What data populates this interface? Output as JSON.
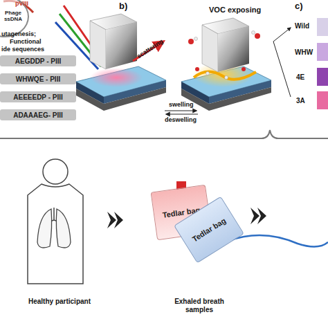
{
  "diagram": {
    "nodes": [
      {
        "text": [
          "Phage ssDNA"
        ]
      },
      {
        "text": [
          "AEGDDP - PIII"
        ]
      },
      {
        "text": [
          "WHWQE - PIII"
        ]
      },
      {
        "text": [
          "AEEEEDP - PIII"
        ]
      },
      {
        "text": [
          "ADAAAEG- PIII"
        ]
      },
      {
        "text": [
          "Tedlar bag"
        ]
      },
      {
        "text": [
          "Tedlar bag"
        ]
      }
    ],
    "labels": [
      "pVIII",
      "b)",
      "c)",
      "utagenesis;",
      "Functional",
      "ide sequences",
      "scattering",
      "swelling",
      "deswelling",
      "VOC exposing",
      "Wild",
      "WHW",
      "4E",
      "3A",
      "Healthy participant",
      "Exhaled breath samples"
    ]
  }
}
